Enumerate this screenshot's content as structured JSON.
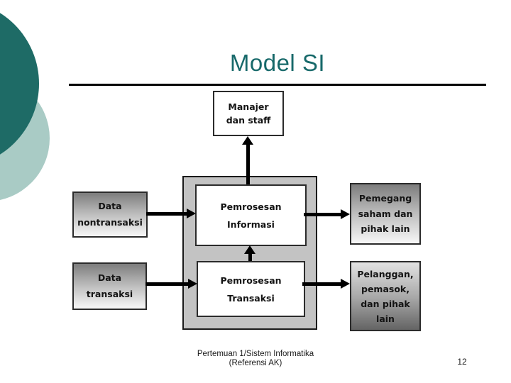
{
  "slide": {
    "title": "Model SI",
    "footer_line1": "Pertemuan 1/Sistem Informatika",
    "footer_line2": "(Referensi AK)",
    "page_number": "12"
  },
  "diagram": {
    "manajer": {
      "lines": [
        "Manajer",
        "dan staff"
      ]
    },
    "pemrosesan_informasi": {
      "lines": [
        "Pemrosesan",
        "Informasi"
      ]
    },
    "pemrosesan_transaksi": {
      "lines": [
        "Pemrosesan",
        "Transaksi"
      ]
    },
    "data_nontransaksi": {
      "lines": [
        "Data",
        "nontransaksi"
      ]
    },
    "data_transaksi": {
      "lines": [
        "Data",
        "transaksi"
      ]
    },
    "pemegang_saham": {
      "lines": [
        "Pemegang",
        "saham dan",
        "pihak lain"
      ]
    },
    "pelanggan": {
      "lines": [
        "Pelanggan,",
        "pemasok,",
        "dan pihak",
        "lain"
      ]
    }
  },
  "colors": {
    "title_text": "#17696A",
    "accent_dark_teal": "#1E6B66",
    "accent_light_teal": "#A9CBC5",
    "container_fill": "#C3C3C3",
    "gradient_dark": "#7D7D7D",
    "gradient_light": "#F7F7F7",
    "arrow": "#000000",
    "background": "#FFFFFF"
  }
}
